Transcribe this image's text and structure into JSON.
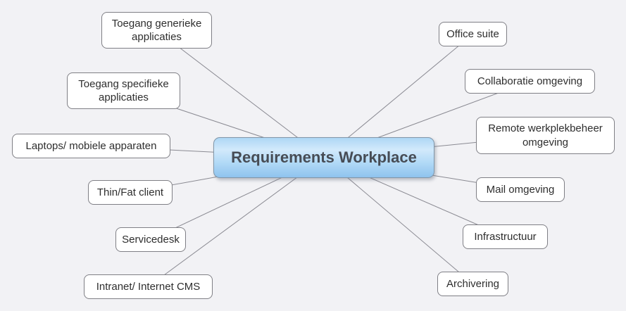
{
  "diagram": {
    "central": {
      "label": "Requirements Workplace"
    },
    "branches": [
      {
        "label": "Toegang generieke applicaties"
      },
      {
        "label": "Toegang specifieke applicaties"
      },
      {
        "label": "Laptops/ mobiele apparaten"
      },
      {
        "label": "Thin/Fat client"
      },
      {
        "label": "Servicedesk"
      },
      {
        "label": "Intranet/ Internet CMS"
      },
      {
        "label": "Office suite"
      },
      {
        "label": "Collaboratie omgeving"
      },
      {
        "label": "Remote werkplekbeheer omgeving"
      },
      {
        "label": "Mail omgeving"
      },
      {
        "label": "Infrastructuur"
      },
      {
        "label": "Archivering"
      }
    ],
    "colors": {
      "background": "#f2f2f5",
      "connector": "#8a8a92",
      "branch_border": "#7f7f85",
      "branch_background": "#ffffff",
      "branch_text": "#2e2e2e",
      "central_border": "#8096a8",
      "central_text": "#474c55",
      "central_gradient_top": "#aed7f5",
      "central_gradient_highlight": "#d2e9fb",
      "central_gradient_bottom": "#8fc3ee"
    }
  }
}
